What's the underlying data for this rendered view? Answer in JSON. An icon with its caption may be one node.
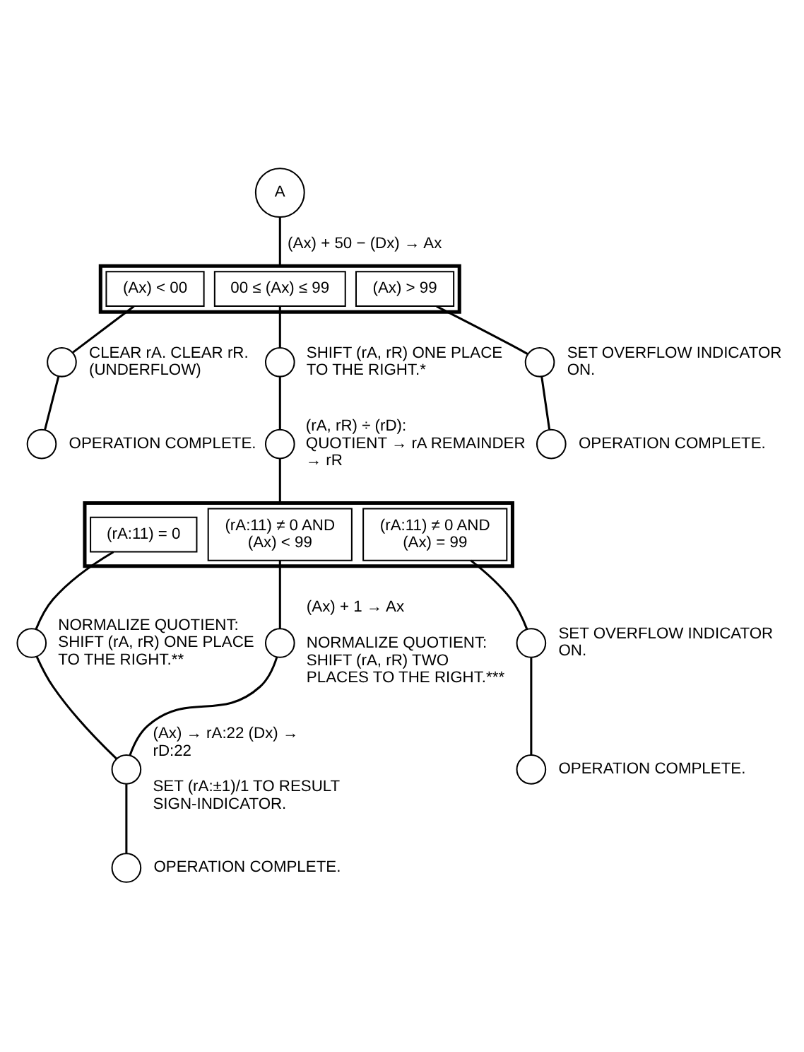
{
  "diagram": {
    "nodes": [
      {
        "text": [
          "A"
        ]
      },
      {
        "text": [],
        "shape": "box"
      },
      {
        "text": [
          "(Ax) < 00"
        ],
        "in": 1
      },
      {
        "text": [
          "00 ≤ (Ax) ≤ 99"
        ],
        "in": 1
      },
      {
        "text": [
          "(Ax) > 99"
        ],
        "in": 1
      },
      {
        "text": [],
        "shape": "circle",
        "beside": [
          "CLEAR rA. CLEAR rR. (UNDERFLOW)"
        ]
      },
      {
        "text": [],
        "shape": "circle",
        "beside": [
          "OPERATION COMPLETE."
        ]
      },
      {
        "text": [],
        "shape": "circle",
        "beside": [
          "SHIFT (rA, rR) ONE PLACE TO THE RIGHT.*"
        ]
      },
      {
        "text": [],
        "shape": "circle",
        "beside": [
          "(rA, rR) ÷ (rD): QUOTIENT → rA REMAINDER → rR"
        ]
      },
      {
        "text": [],
        "shape": "circle",
        "beside": [
          "SET OVERFLOW INDICATOR ON."
        ]
      },
      {
        "text": [],
        "shape": "circle",
        "beside": [
          "OPERATION COMPLETE."
        ]
      },
      {
        "text": [],
        "shape": "box"
      },
      {
        "text": [
          "(rA:11) = 0"
        ],
        "in": 11
      },
      {
        "text": [
          "(rA:11) ≠ 0 AND (Ax) < 99"
        ],
        "in": 11
      },
      {
        "text": [
          "(rA:11) ≠ 0 AND (Ax) = 99"
        ],
        "in": 11
      },
      {
        "text": [],
        "shape": "circle",
        "beside": [
          "NORMALIZE QUOTIENT: SHIFT (rA, rR) ONE PLACE TO THE RIGHT.**"
        ]
      },
      {
        "text": [],
        "shape": "circle",
        "beside": [
          "(Ax) + 1 → Ax",
          "NORMALIZE QUOTIENT: SHIFT (rA, rR) TWO PLACES TO THE RIGHT.***"
        ]
      },
      {
        "text": [],
        "shape": "circle",
        "beside": [
          "SET OVERFLOW INDICATOR ON."
        ]
      },
      {
        "text": [],
        "shape": "circle",
        "beside": [
          "OPERATION COMPLETE."
        ]
      },
      {
        "text": [],
        "shape": "circle",
        "beside": [
          "(Ax) → rA:22 (Dx) → rD:22",
          "SET (rA:±1)/1 TO RESULT SIGN-INDICATOR."
        ]
      },
      {
        "text": [],
        "shape": "circle",
        "beside": [
          "OPERATION COMPLETE."
        ]
      }
    ],
    "edges": [
      {
        "from": 0,
        "to": 1,
        "arrow": "none",
        "label": "(Ax) + 50 − (Dx) → Ax"
      },
      {
        "from": 2,
        "to": 5,
        "arrow": "none"
      },
      {
        "from": 5,
        "to": 6,
        "arrow": "none"
      },
      {
        "from": 3,
        "to": 7,
        "arrow": "none"
      },
      {
        "from": 7,
        "to": 8,
        "arrow": "none"
      },
      {
        "from": 8,
        "to": 11,
        "arrow": "none"
      },
      {
        "from": 4,
        "to": 9,
        "arrow": "none"
      },
      {
        "from": 9,
        "to": 10,
        "arrow": "none"
      },
      {
        "from": 12,
        "to": 15,
        "arrow": "none"
      },
      {
        "from": 13,
        "to": 16,
        "arrow": "none"
      },
      {
        "from": 14,
        "to": 17,
        "arrow": "none"
      },
      {
        "from": 17,
        "to": 18,
        "arrow": "none"
      },
      {
        "from": 15,
        "to": 19,
        "arrow": "none"
      },
      {
        "from": 16,
        "to": 19,
        "arrow": "none"
      },
      {
        "from": 19,
        "to": 20,
        "arrow": "none"
      }
    ]
  }
}
